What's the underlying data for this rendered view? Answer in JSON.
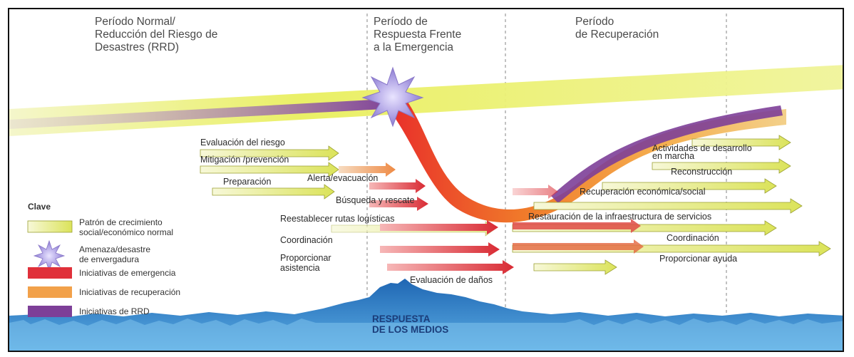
{
  "periods": [
    {
      "lines": [
        "Período Normal/",
        "Reducción del Riesgo de",
        "Desastres (RRD)"
      ]
    },
    {
      "lines": [
        "Período de",
        "Respuesta Frente",
        "a la Emergencia"
      ]
    },
    {
      "lines": [
        "Período",
        "de Recuperación"
      ]
    }
  ],
  "activities": {
    "evaluacion_riesgo": "Evaluación del riesgo",
    "mitigacion": "Mitigación /prevención",
    "alerta": "Alerta/evacuación",
    "preparacion": "Preparación",
    "busqueda": "Búsqueda y rescate",
    "rutas": "Reestablecer rutas logísticas",
    "coordinacion_1": "Coordinación",
    "asistencia": [
      "Proporcionar",
      "asistencia"
    ],
    "evaluacion_danos": "Evaluación de daños",
    "actividades_desarrollo": [
      "Actividades de desarrollo",
      "en marcha"
    ],
    "reconstruccion": "Reconstrucción",
    "recuperacion_economica": "Recuperación económica/social",
    "restauracion": "Restauración de la infraestructura de servicios",
    "coordinacion_2": "Coordinación",
    "proporcionar_ayuda": "Proporcionar ayuda"
  },
  "media_label": [
    "RESPUESTA",
    "DE LOS MEDIOS"
  ],
  "legend": {
    "title": "Clave",
    "items": [
      {
        "lines": [
          "Patrón de crecimiento",
          "social/económico normal"
        ],
        "icon": "yellow-bar",
        "color": "#e8ee6a"
      },
      {
        "lines": [
          "Amenaza/desastre",
          "de envergadura"
        ],
        "icon": "star",
        "color": "#a99bd8"
      },
      {
        "lines": [
          "Iniciativas de emergencia"
        ],
        "icon": "red-bar",
        "color": "#e0303a"
      },
      {
        "lines": [
          "Iniciativas de recuperación"
        ],
        "icon": "orange-bar",
        "color": "#f2a14a"
      },
      {
        "lines": [
          "Iniciativas de RRD"
        ],
        "icon": "purple-bar",
        "color": "#7d3f98"
      }
    ]
  },
  "colors": {
    "yellow_band": "#eef27a",
    "hazard_star": "#a99bd8",
    "emergency": "#e0303a",
    "recovery": "#f2a14a",
    "rrd": "#7d3f98",
    "media": "#2f7fc4",
    "divider": "#9a9a9a"
  }
}
